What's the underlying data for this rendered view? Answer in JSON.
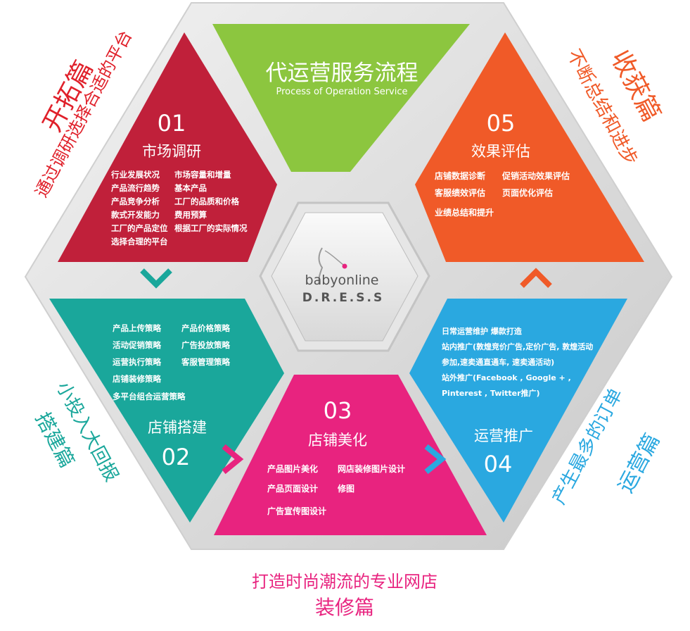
{
  "center": {
    "brand_top": "babyonline",
    "brand_bottom": "D.R.E.S.S"
  },
  "title": {
    "cn": "代运营服务流程",
    "en": "Process of Operation Service"
  },
  "sections": {
    "s01": {
      "number": "01",
      "name": "市场调研",
      "col1": [
        "行业发展状况",
        "产品流行趋势",
        "产品竞争分析",
        "款式开发能力",
        "工厂的产品定位",
        "选择合理的平台"
      ],
      "col2": [
        "市场容量和增量",
        "基本产品",
        "工厂的品质和价格",
        "费用预算",
        "根据工厂的实际情况"
      ],
      "side_title": "开拓篇",
      "side_sub": "通过调研选择合适的平台"
    },
    "s02": {
      "number": "02",
      "name": "店铺搭建",
      "items": [
        "产品上传策略",
        "产品价格策略",
        "活动促销策略",
        "广告投放策略",
        "运营执行策略",
        "客服管理策略",
        "店铺装修策略",
        "多平台组合运营策略"
      ],
      "side_title": "搭建篇",
      "side_sub": "小投入大回报"
    },
    "s03": {
      "number": "03",
      "name": "店铺美化",
      "items": [
        "产品图片美化",
        "网店装修图片设计",
        "产品页面设计",
        "修图",
        "广告宣传图设计"
      ],
      "side_title": "装修篇",
      "side_sub": "打造时尚潮流的专业网店"
    },
    "s04": {
      "number": "04",
      "name": "运营推广",
      "items": [
        "日常运营维护   爆款打造",
        "站内推广(敦煌竞价广告,定价广告, 敦煌活动",
        "参加,速卖通直通车, 速卖通活动)",
        "站外推广(Facebook , Google + ,",
        "Pinterest , Twitter推广)"
      ],
      "side_title": "运营篇",
      "side_sub": "产生最多的订单"
    },
    "s05": {
      "number": "05",
      "name": "效果评估",
      "items": [
        "店铺数据诊断",
        "促销活动效果评估",
        "客服绩效评估",
        "页面优化评估",
        "业绩总结和提升"
      ],
      "side_title": "收获篇",
      "side_sub": "不断总结和进步"
    }
  },
  "colors": {
    "s01": "#c0203a",
    "s02": "#1aa79b",
    "s03": "#e8237f",
    "s04": "#2aa8e0",
    "s05": "#f05a28",
    "title": "#8cc63f",
    "label_red": "#e0202a",
    "label_orange": "#f05a28",
    "label_green": "#1aa79b",
    "label_blue": "#2aa8e0",
    "label_pink": "#e8237f"
  }
}
